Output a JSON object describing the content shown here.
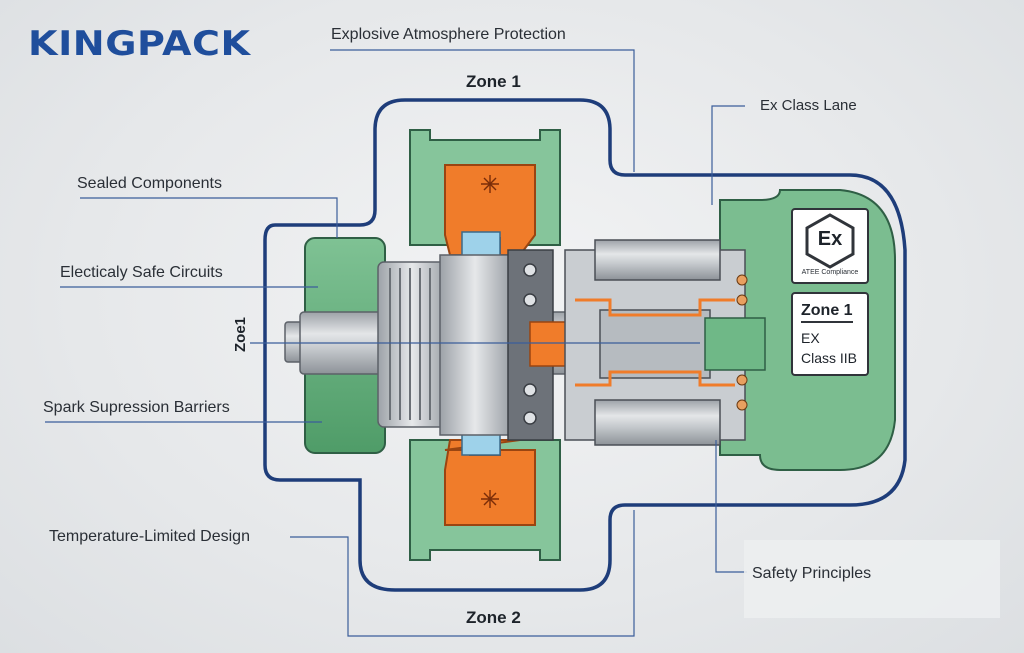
{
  "brand": {
    "logo": "KINGPACK"
  },
  "labels": {
    "explosive": "Explosive Atmosphere Protection",
    "ex_class": "Ex Class Lane",
    "sealed": "Sealed Components",
    "circuits": "Electicaly Safe Circuits",
    "spark": "Spark Supression Barriers",
    "temperature": "Temperature-Limited Design",
    "safety": "Safety Principles"
  },
  "zones": {
    "top": "Zone 1",
    "bottom": "Zone 2",
    "side": "Zoe1"
  },
  "badges": {
    "ex_symbol": "Ex",
    "atex": "ATEE Compliance",
    "zone_title": "Zone 1",
    "zone_ex": "EX",
    "zone_class": "Class IIB"
  },
  "colors": {
    "brand": "#1f4e9c",
    "outline": "#1e3d7a",
    "housing": "#5fae78",
    "core": "#f07c2a",
    "steel": "#b9bdc2",
    "leader": "#3b5e9a"
  }
}
